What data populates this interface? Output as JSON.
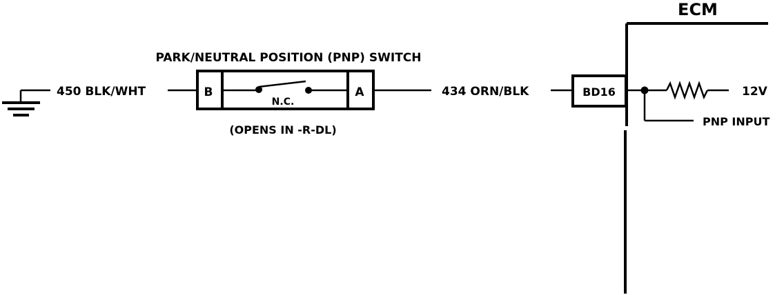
{
  "diagram": {
    "ecm_label": "ECM",
    "switch": {
      "title": "PARK/NEUTRAL POSITION (PNP) SWITCH",
      "pin_b": "B",
      "pin_a": "A",
      "contact": "N.C.",
      "note": "(OPENS IN -R-DL)"
    },
    "wire_left": "450 BLK/WHT",
    "wire_right": "434 ORN/BLK",
    "ecm_pin": "BD16",
    "supply": "12V",
    "input_label": "PNP INPUT"
  }
}
